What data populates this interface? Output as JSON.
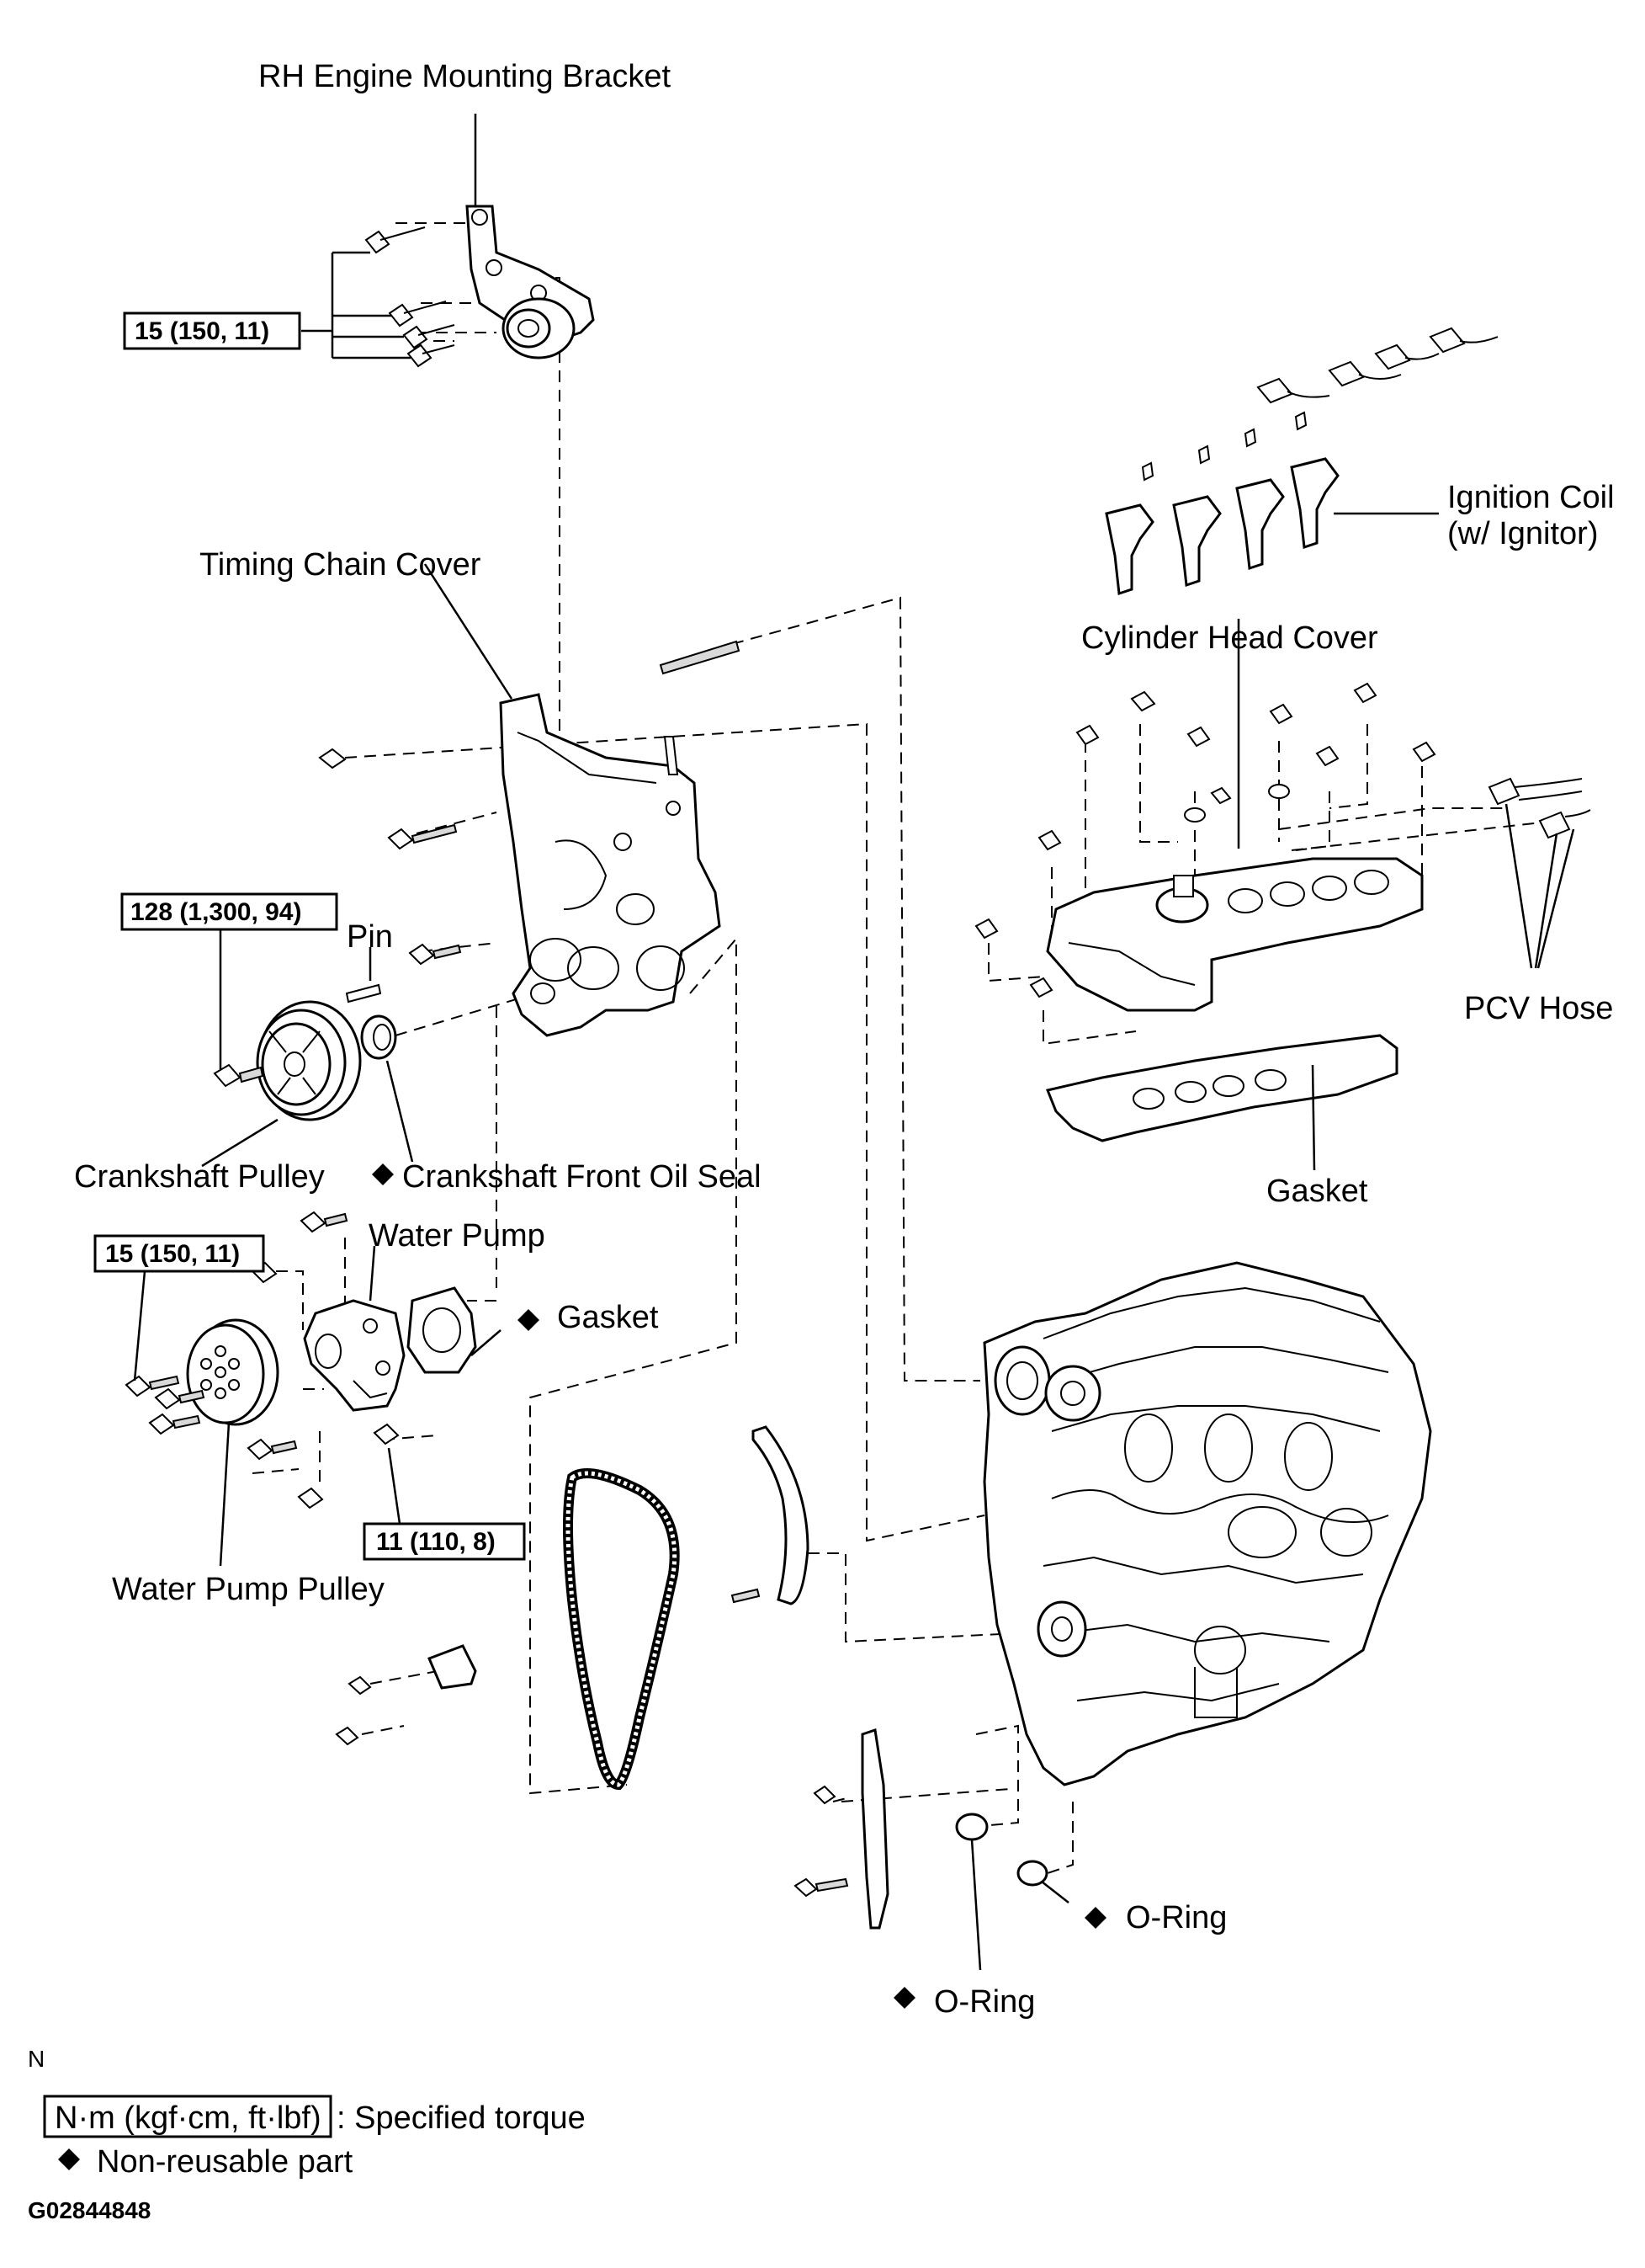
{
  "labels": {
    "rh_bracket": "RH Engine Mounting Bracket",
    "timing_chain_cover": "Timing Chain Cover",
    "ignition_coil_line1": "Ignition Coil",
    "ignition_coil_line2": "(w/ Ignitor)",
    "cylinder_head_cover": "Cylinder Head Cover",
    "pin": "Pin",
    "pcv_hose": "PCV Hose",
    "crankshaft_pulley": "Crankshaft Pulley",
    "crankshaft_front_oil_seal": "Crankshaft Front Oil Seal",
    "head_cover_gasket": "Gasket",
    "water_pump": "Water Pump",
    "water_pump_gasket": "Gasket",
    "water_pump_pulley": "Water Pump Pulley",
    "o_ring_right": "O-Ring",
    "o_ring_lower": "O-Ring",
    "orientation_mark": "N"
  },
  "torque_specs": {
    "bracket_bolts": "15 (150, 11)",
    "crankshaft_pulley_bolt": "128 (1,300, 94)",
    "water_pump_bolts": "15 (150, 11)",
    "water_pump_lower_bolts": "11 (110, 8)"
  },
  "legend": {
    "torque_box": "N·m (kgf·cm, ft·lbf)",
    "torque_meaning": ": Specified torque",
    "non_reusable": "Non-reusable part"
  },
  "figure_id": "G02844848"
}
